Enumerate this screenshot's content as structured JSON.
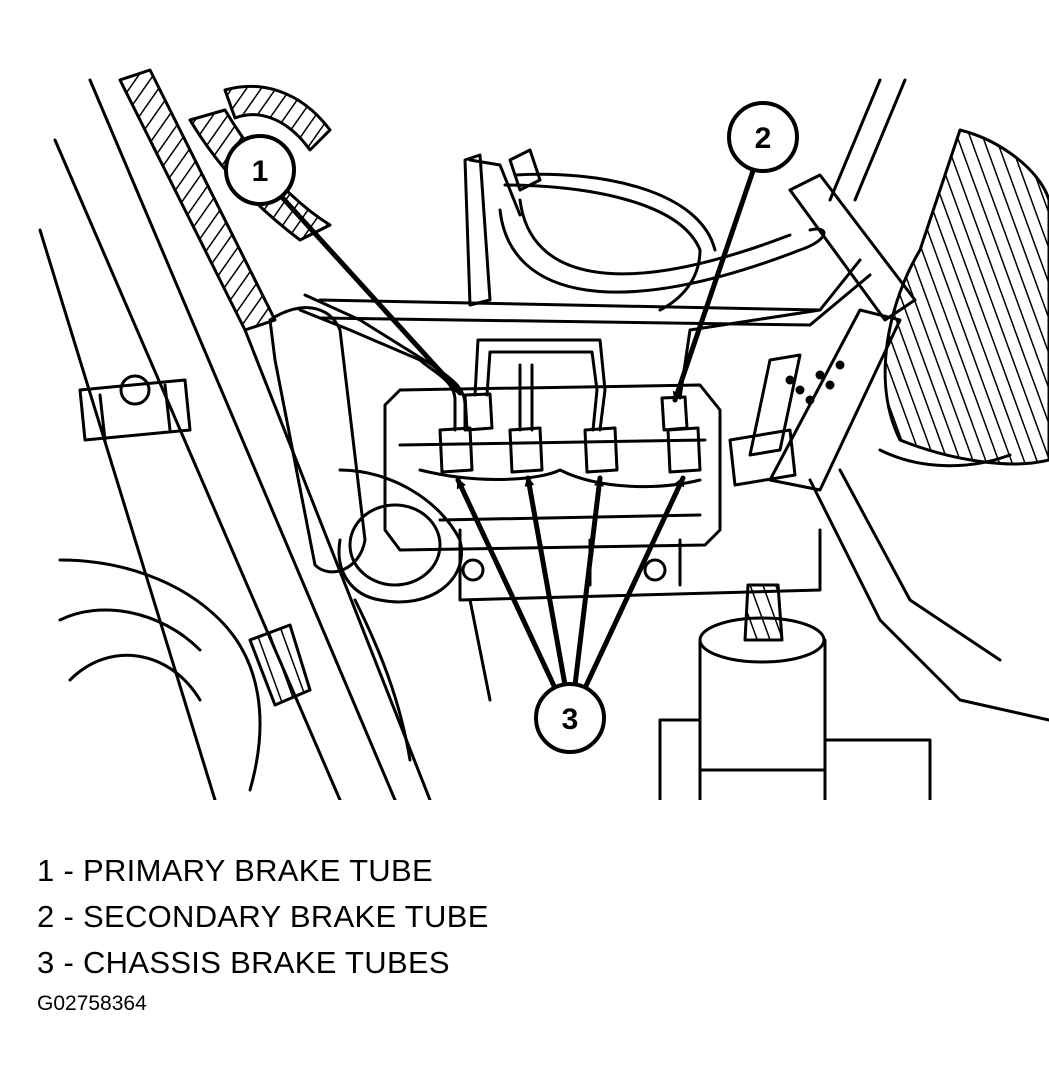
{
  "callouts": [
    {
      "id": "1"
    },
    {
      "id": "2"
    },
    {
      "id": "3"
    }
  ],
  "legend": [
    {
      "text": "1 - PRIMARY BRAKE TUBE"
    },
    {
      "text": "2 - SECONDARY BRAKE TUBE"
    },
    {
      "text": "3 - CHASSIS BRAKE TUBES"
    }
  ],
  "figure_id": "G02758364",
  "colors": {
    "line": "#000000",
    "background": "#ffffff"
  }
}
